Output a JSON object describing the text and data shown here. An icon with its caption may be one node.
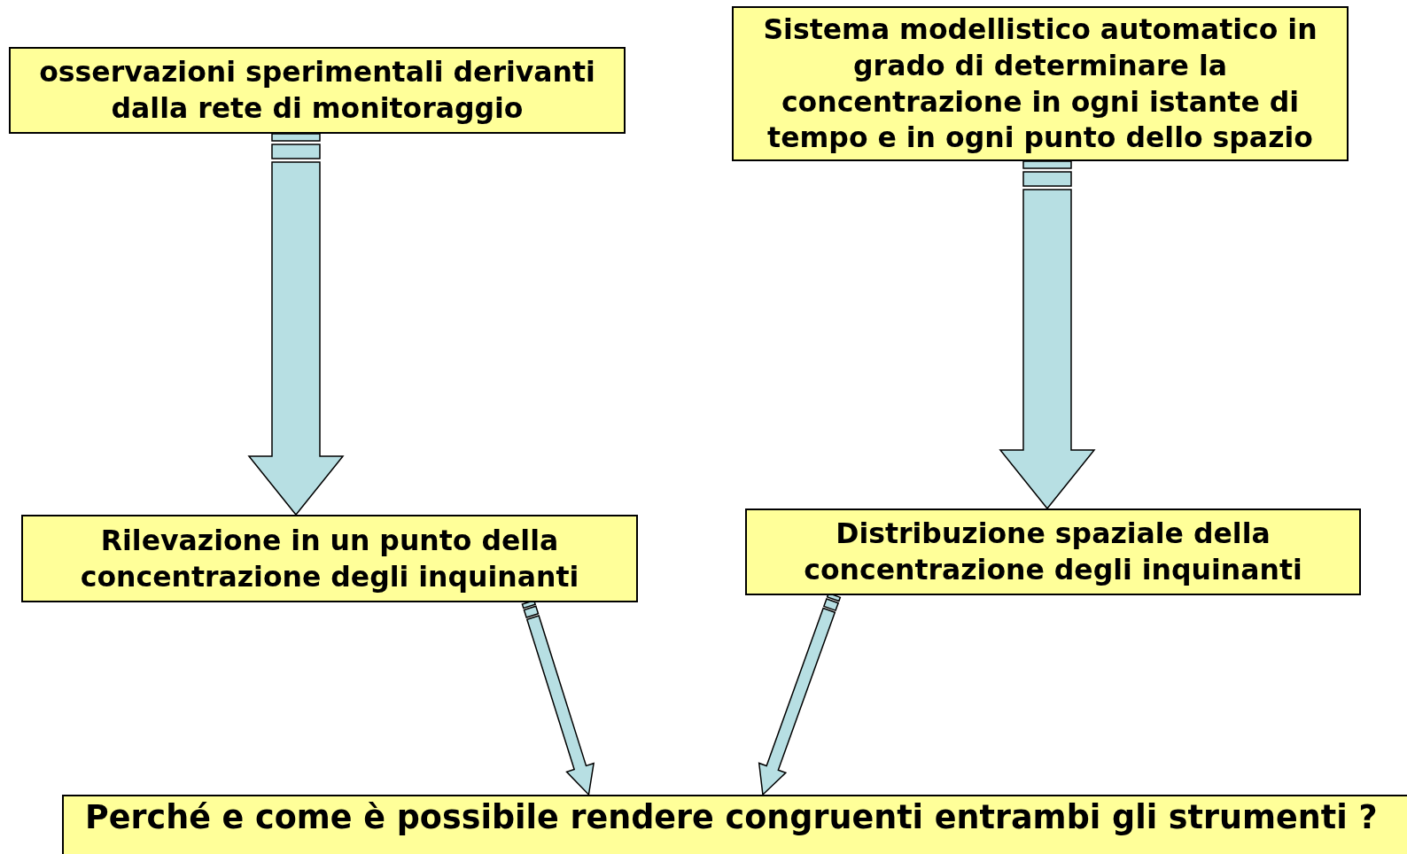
{
  "diagram": {
    "nodes": [
      {
        "text": [
          "osservazioni sperimentali derivanti dalla rete di monitoraggio"
        ]
      },
      {
        "text": [
          "Sistema modellistico automatico in grado di determinare la concentrazione in ogni istante di tempo e in ogni punto dello spazio"
        ]
      },
      {
        "text": [
          "Rilevazione in un punto della concentrazione degli inquinanti"
        ]
      },
      {
        "text": [
          "Distribuzione spaziale della concentrazione degli inquinanti"
        ]
      },
      {
        "text": [
          "Perché e come è possibile rendere congruenti entrambi gli strumenti ?"
        ]
      }
    ],
    "edges": [
      {
        "from": 0,
        "to": 2,
        "arrow": "to"
      },
      {
        "from": 1,
        "to": 3,
        "arrow": "to"
      },
      {
        "from": 2,
        "to": 4,
        "arrow": "to"
      },
      {
        "from": 3,
        "to": 4,
        "arrow": "to"
      }
    ]
  }
}
